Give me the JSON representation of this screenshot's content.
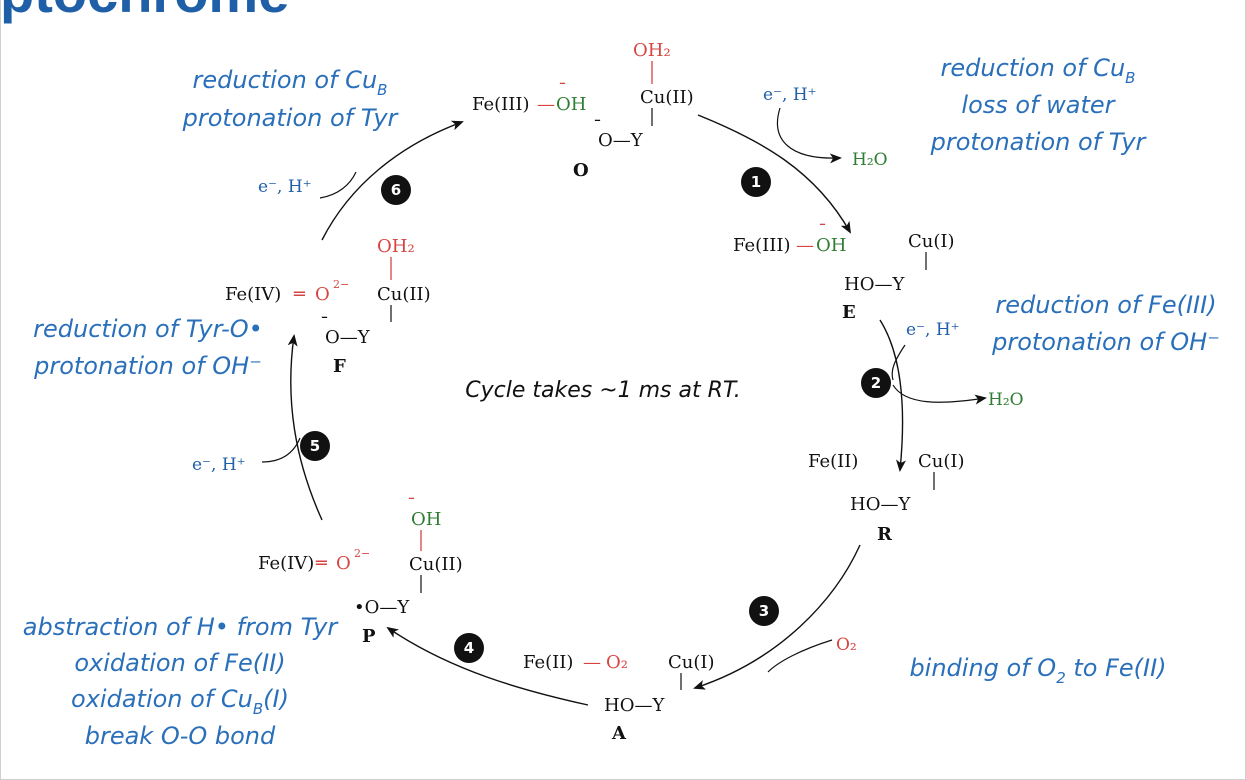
{
  "colors": {
    "note": "#2a6fba",
    "water": "#2e7d32",
    "oxygen": "#d64541",
    "electron": "#1f5fa8",
    "black": "#111111"
  },
  "header_fragment": "ptochrome",
  "states": {
    "O": {
      "label": "O",
      "fe": "Fe(III)",
      "bond": "—",
      "oh_minus": "¯",
      "oh": "OH",
      "oh2": "OH₂",
      "cu": "Cu(II)",
      "o_minus": "¯",
      "o_y": "O—Y"
    },
    "E": {
      "label": "E",
      "fe": "Fe(III)",
      "bond": "—",
      "oh_minus": "¯",
      "oh": "OH",
      "cu": "Cu(I)",
      "ho_y": "HO—Y"
    },
    "R": {
      "label": "R",
      "fe": "Fe(II)",
      "cu": "Cu(I)",
      "ho_y": "HO—Y"
    },
    "A": {
      "label": "A",
      "fe": "Fe(II)",
      "bond": "—",
      "o2": "O₂",
      "cu": "Cu(I)",
      "ho_y": "HO—Y"
    },
    "P": {
      "label": "P",
      "fe": "Fe(IV)",
      "dbl": "═",
      "o": "O",
      "charge": "2−",
      "oh_minus": "¯",
      "oh": "OH",
      "cu": "Cu(II)",
      "radical_o_y": "•O—Y"
    },
    "F": {
      "label": "F",
      "fe": "Fe(IV)",
      "dbl": "═",
      "o": "O",
      "charge": "2−",
      "oh2": "OH₂",
      "cu": "Cu(II)",
      "o_minus": "¯",
      "o_y": "O—Y"
    }
  },
  "steps": [
    "1",
    "2",
    "3",
    "4",
    "5",
    "6"
  ],
  "reagents": {
    "step1_in": "e⁻, H⁺",
    "step1_out": "H₂O",
    "step2_in": "e⁻, H⁺",
    "step2_out": "H₂O",
    "step3_in": "O₂",
    "step5_in": "e⁻, H⁺",
    "step6_in": "e⁻, H⁺"
  },
  "notes": {
    "step1": [
      "reduction of Cu",
      "B",
      "loss of water",
      "protonation of Tyr"
    ],
    "step2": [
      "reduction of Fe(III)",
      "protonation of OH⁻"
    ],
    "step3": [
      "binding  of O",
      "2",
      " to Fe(II)"
    ],
    "step4": [
      "abstraction of H• from Tyr",
      "oxidation of Fe(II)",
      "oxidation of Cu",
      "B",
      "(I)",
      "break O-O bond"
    ],
    "step5": [
      "reduction of Tyr-O•",
      "protonation of OH⁻"
    ],
    "step6": [
      "reduction of Cu",
      "B",
      "protonation of Tyr"
    ],
    "center": "Cycle takes ~1 ms at RT."
  }
}
